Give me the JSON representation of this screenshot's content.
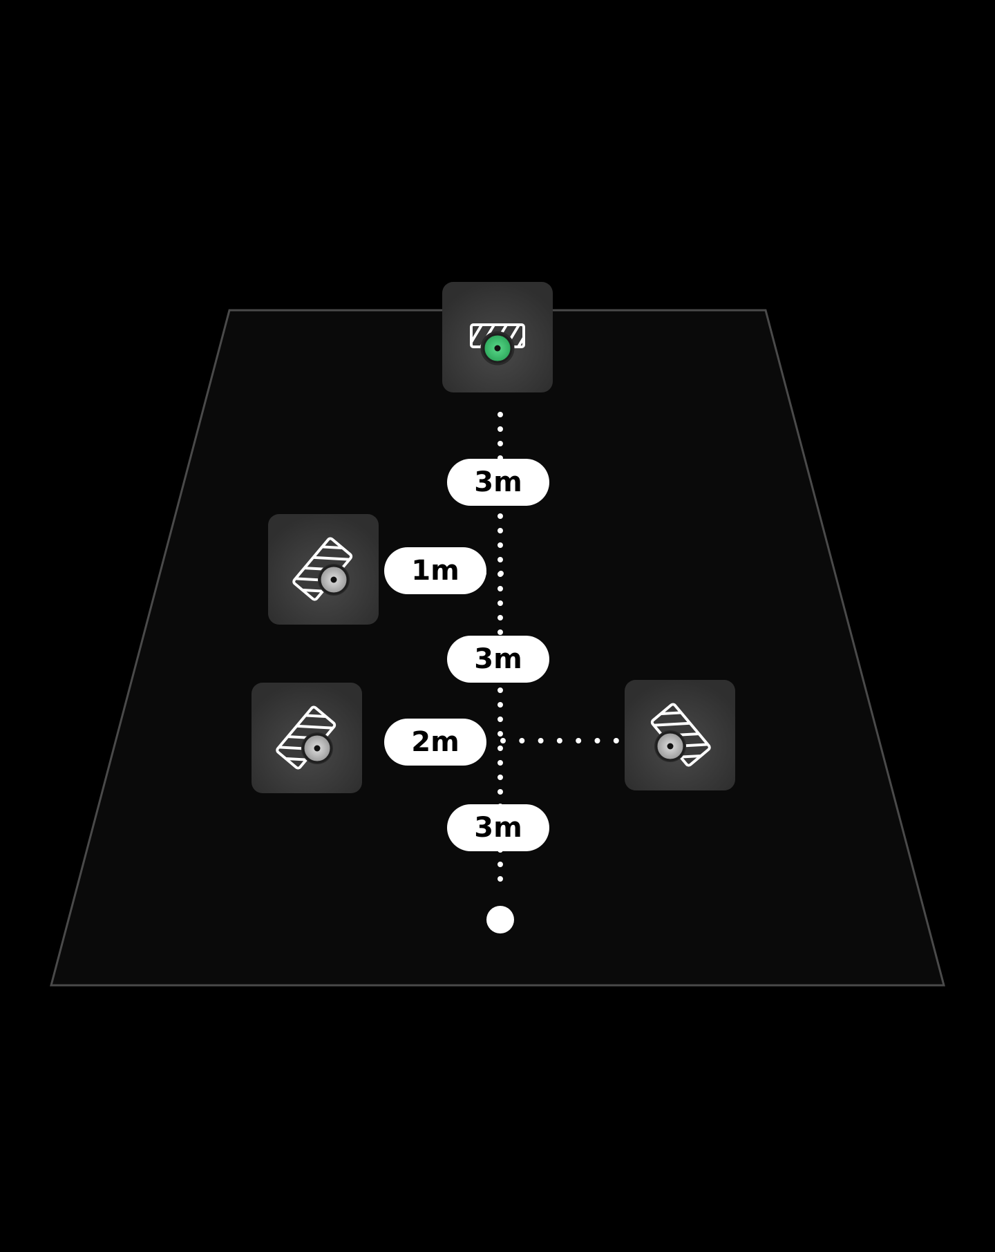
{
  "colors": {
    "background": "#000000",
    "floor": "#0a0a0a",
    "floor_outline": "#4a4a4a",
    "tile": "#333333",
    "line": "#ffffff",
    "active_speaker": "#34c16a",
    "inactive_speaker": "#b8b8b8"
  },
  "devices": [
    {
      "name": "front-speaker",
      "icon": "front-speaker-icon",
      "status": "active"
    },
    {
      "name": "front-left-speaker",
      "icon": "angled-speaker-icon",
      "status": "inactive"
    },
    {
      "name": "rear-left-speaker",
      "icon": "angled-speaker-icon",
      "status": "inactive"
    },
    {
      "name": "rear-right-speaker",
      "icon": "angled-speaker-icon",
      "status": "inactive"
    }
  ],
  "distances": {
    "front_to_front_left": "3m",
    "front_left_offset": "1m",
    "front_left_to_rear": "3m",
    "rear_offset": "2m",
    "rear_to_listener": "3m"
  },
  "listener": {
    "icon": "listener-dot-icon"
  }
}
